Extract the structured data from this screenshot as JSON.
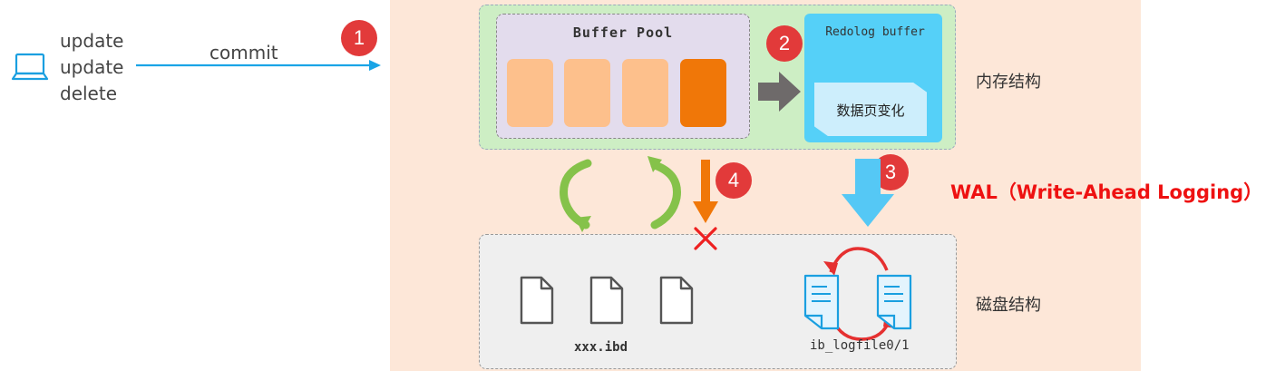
{
  "client": {
    "ops": [
      "update",
      "update",
      "delete"
    ],
    "commit_label": "commit"
  },
  "steps": [
    "1",
    "2",
    "3",
    "4"
  ],
  "memory": {
    "section_label": "内存结构",
    "buffer_pool_title": "Buffer Pool",
    "redolog_title": "Redolog buffer",
    "page_change_label": "数据页变化"
  },
  "disk": {
    "section_label": "磁盘结构",
    "data_file_label": "xxx.ibd",
    "log_file_label": "ib_logfile0/1"
  },
  "wal_label": "WAL（Write-Ahead Logging）",
  "colors": {
    "background_panel": "#fde7d8",
    "memory_panel": "#cdeec4",
    "buffer_pool": "#e3dced",
    "page_light": "#fdc08c",
    "page_dirty": "#f07708",
    "redolog": "#55d0f8",
    "step_badge": "#e23a3a",
    "wal_text": "#ee1111"
  }
}
